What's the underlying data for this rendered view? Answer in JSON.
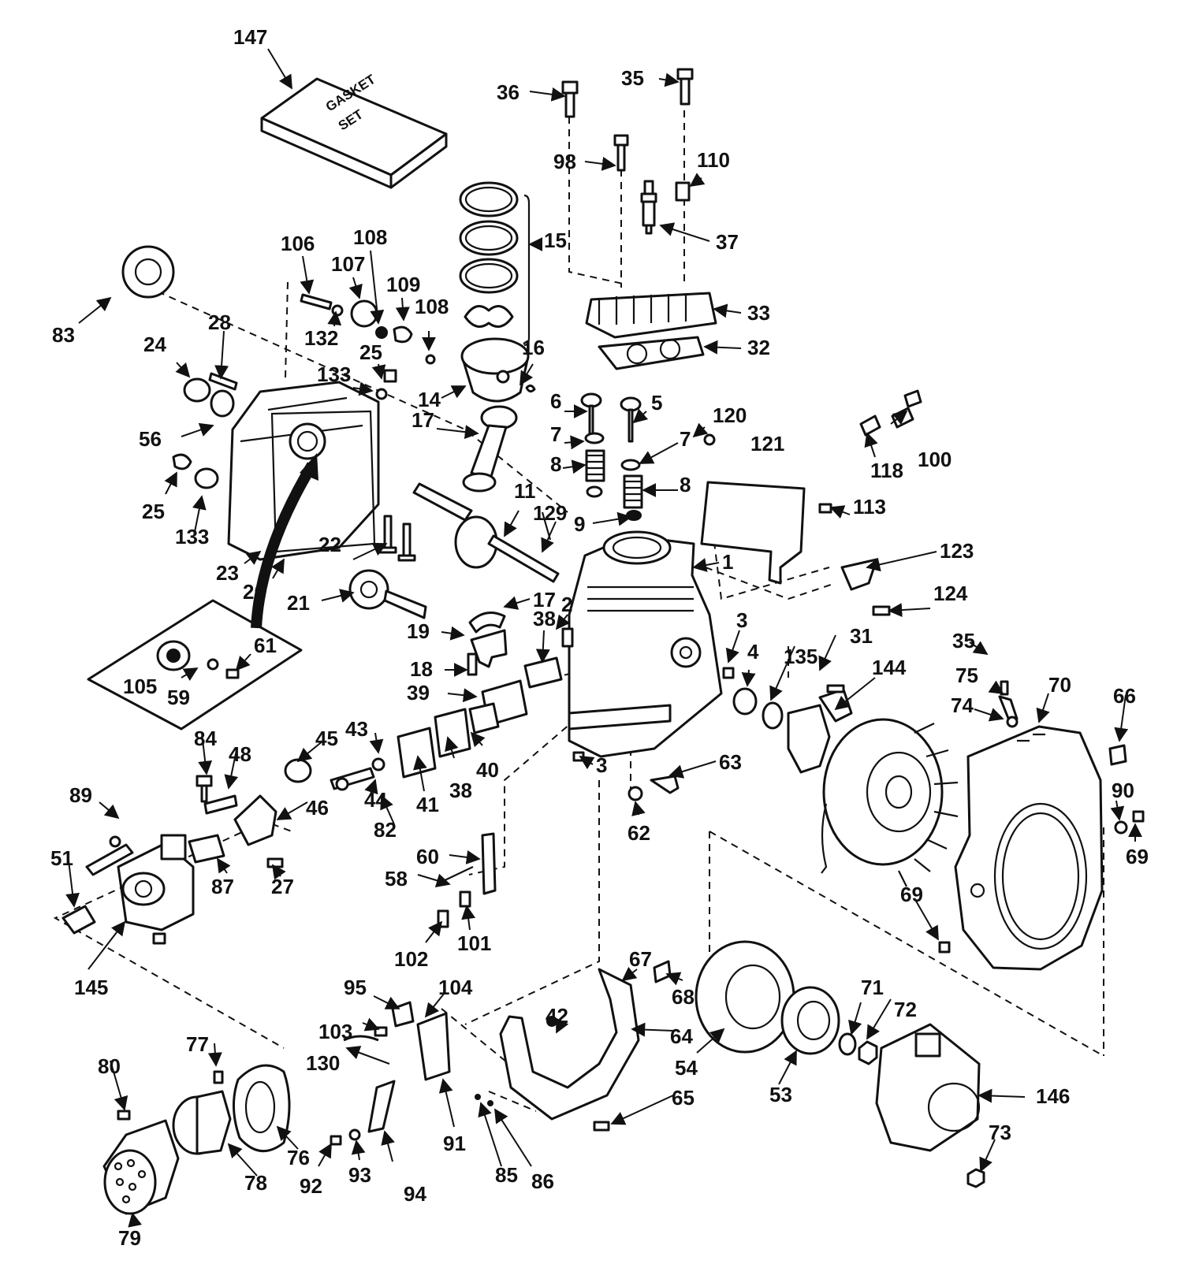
{
  "gasket_box_text": [
    "GASKET",
    "SET"
  ],
  "labels": [
    {
      "id": "l147",
      "text": "147",
      "name": "label-147"
    },
    {
      "id": "l36",
      "text": "36",
      "name": "label-36"
    },
    {
      "id": "l35a",
      "text": "35",
      "name": "label-35-head-bolt"
    },
    {
      "id": "l98",
      "text": "98",
      "name": "label-98"
    },
    {
      "id": "l110",
      "text": "110",
      "name": "label-110"
    },
    {
      "id": "l37",
      "text": "37",
      "name": "label-37"
    },
    {
      "id": "l15",
      "text": "15",
      "name": "label-15"
    },
    {
      "id": "l33",
      "text": "33",
      "name": "label-33"
    },
    {
      "id": "l32",
      "text": "32",
      "name": "label-32"
    },
    {
      "id": "l106",
      "text": "106",
      "name": "label-106"
    },
    {
      "id": "l108a",
      "text": "108",
      "name": "label-108-top"
    },
    {
      "id": "l107",
      "text": "107",
      "name": "label-107"
    },
    {
      "id": "l109",
      "text": "109",
      "name": "label-109"
    },
    {
      "id": "l108b",
      "text": "108",
      "name": "label-108-lower"
    },
    {
      "id": "l83",
      "text": "83",
      "name": "label-83"
    },
    {
      "id": "l28",
      "text": "28",
      "name": "label-28"
    },
    {
      "id": "l132",
      "text": "132",
      "name": "label-132"
    },
    {
      "id": "l24",
      "text": "24",
      "name": "label-24"
    },
    {
      "id": "l25a",
      "text": "25",
      "name": "label-25-top"
    },
    {
      "id": "l133a",
      "text": "133",
      "name": "label-133-top"
    },
    {
      "id": "l16",
      "text": "16",
      "name": "label-16"
    },
    {
      "id": "l14",
      "text": "14",
      "name": "label-14"
    },
    {
      "id": "l6",
      "text": "6",
      "name": "label-6"
    },
    {
      "id": "l5",
      "text": "5",
      "name": "label-5"
    },
    {
      "id": "l120",
      "text": "120",
      "name": "label-120"
    },
    {
      "id": "l121",
      "text": "121",
      "name": "label-121"
    },
    {
      "id": "l100",
      "text": "100",
      "name": "label-100"
    },
    {
      "id": "l118",
      "text": "118",
      "name": "label-118"
    },
    {
      "id": "l56",
      "text": "56",
      "name": "label-56"
    },
    {
      "id": "l17a",
      "text": "17",
      "name": "label-17-rod"
    },
    {
      "id": "l7a",
      "text": "7",
      "name": "label-7-left"
    },
    {
      "id": "l7b",
      "text": "7",
      "name": "label-7-right"
    },
    {
      "id": "l8a",
      "text": "8",
      "name": "label-8-left"
    },
    {
      "id": "l8b",
      "text": "8",
      "name": "label-8-right"
    },
    {
      "id": "l25b",
      "text": "25",
      "name": "label-25-lower"
    },
    {
      "id": "l133b",
      "text": "133",
      "name": "label-133-lower"
    },
    {
      "id": "l11",
      "text": "11",
      "name": "label-11"
    },
    {
      "id": "l129",
      "text": "129",
      "name": "label-129"
    },
    {
      "id": "l9",
      "text": "9",
      "name": "label-9"
    },
    {
      "id": "l113",
      "text": "113",
      "name": "label-113"
    },
    {
      "id": "l22",
      "text": "22",
      "name": "label-22"
    },
    {
      "id": "l1",
      "text": "1",
      "name": "label-1"
    },
    {
      "id": "l123",
      "text": "123",
      "name": "label-123"
    },
    {
      "id": "l23",
      "text": "23",
      "name": "label-23"
    },
    {
      "id": "l26",
      "text": "26",
      "name": "label-26"
    },
    {
      "id": "l124",
      "text": "124",
      "name": "label-124"
    },
    {
      "id": "l21",
      "text": "21",
      "name": "label-21"
    },
    {
      "id": "l17b",
      "text": "17",
      "name": "label-17-cap"
    },
    {
      "id": "l2",
      "text": "2",
      "name": "label-2"
    },
    {
      "id": "l38a",
      "text": "38",
      "name": "label-38-upper"
    },
    {
      "id": "l3a",
      "text": "3",
      "name": "label-3-upper"
    },
    {
      "id": "l61",
      "text": "61",
      "name": "label-61"
    },
    {
      "id": "l19",
      "text": "19",
      "name": "label-19"
    },
    {
      "id": "l4",
      "text": "4",
      "name": "label-4"
    },
    {
      "id": "l135",
      "text": "135",
      "name": "label-135"
    },
    {
      "id": "l31",
      "text": "31",
      "name": "label-31"
    },
    {
      "id": "l144",
      "text": "144",
      "name": "label-144"
    },
    {
      "id": "l35b",
      "text": "35",
      "name": "label-35-shroud"
    },
    {
      "id": "l18",
      "text": "18",
      "name": "label-18"
    },
    {
      "id": "l105",
      "text": "105",
      "name": "label-105"
    },
    {
      "id": "l59",
      "text": "59",
      "name": "label-59"
    },
    {
      "id": "l39",
      "text": "39",
      "name": "label-39"
    },
    {
      "id": "l75",
      "text": "75",
      "name": "label-75"
    },
    {
      "id": "l70",
      "text": "70",
      "name": "label-70"
    },
    {
      "id": "l66",
      "text": "66",
      "name": "label-66"
    },
    {
      "id": "l74",
      "text": "74",
      "name": "label-74"
    },
    {
      "id": "l84",
      "text": "84",
      "name": "label-84"
    },
    {
      "id": "l43",
      "text": "43",
      "name": "label-43"
    },
    {
      "id": "l45",
      "text": "45",
      "name": "label-45"
    },
    {
      "id": "l48",
      "text": "48",
      "name": "label-48"
    },
    {
      "id": "l40",
      "text": "40",
      "name": "label-40"
    },
    {
      "id": "l38b",
      "text": "38",
      "name": "label-38-lower"
    },
    {
      "id": "l3b",
      "text": "3",
      "name": "label-3-lower"
    },
    {
      "id": "l63",
      "text": "63",
      "name": "label-63"
    },
    {
      "id": "l46",
      "text": "46",
      "name": "label-46"
    },
    {
      "id": "l44",
      "text": "44",
      "name": "label-44"
    },
    {
      "id": "l41",
      "text": "41",
      "name": "label-41"
    },
    {
      "id": "l89",
      "text": "89",
      "name": "label-89"
    },
    {
      "id": "l82",
      "text": "82",
      "name": "label-82"
    },
    {
      "id": "l90",
      "text": "90",
      "name": "label-90"
    },
    {
      "id": "l62",
      "text": "62",
      "name": "label-62"
    },
    {
      "id": "l69a",
      "text": "69",
      "name": "label-69-right"
    },
    {
      "id": "l51",
      "text": "51",
      "name": "label-51"
    },
    {
      "id": "l60",
      "text": "60",
      "name": "label-60"
    },
    {
      "id": "l87",
      "text": "87",
      "name": "label-87"
    },
    {
      "id": "l27",
      "text": "27",
      "name": "label-27"
    },
    {
      "id": "l58",
      "text": "58",
      "name": "label-58"
    },
    {
      "id": "l69b",
      "text": "69",
      "name": "label-69-lower"
    },
    {
      "id": "l101",
      "text": "101",
      "name": "label-101"
    },
    {
      "id": "l102",
      "text": "102",
      "name": "label-102"
    },
    {
      "id": "l145",
      "text": "145",
      "name": "label-145"
    },
    {
      "id": "l67",
      "text": "67",
      "name": "label-67"
    },
    {
      "id": "l68",
      "text": "68",
      "name": "label-68"
    },
    {
      "id": "l95",
      "text": "95",
      "name": "label-95"
    },
    {
      "id": "l104",
      "text": "104",
      "name": "label-104"
    },
    {
      "id": "l42",
      "text": "42",
      "name": "label-42"
    },
    {
      "id": "l71",
      "text": "71",
      "name": "label-71"
    },
    {
      "id": "l72",
      "text": "72",
      "name": "label-72"
    },
    {
      "id": "l103",
      "text": "103",
      "name": "label-103"
    },
    {
      "id": "l77",
      "text": "77",
      "name": "label-77"
    },
    {
      "id": "l64",
      "text": "64",
      "name": "label-64"
    },
    {
      "id": "l80",
      "text": "80",
      "name": "label-80"
    },
    {
      "id": "l130",
      "text": "130",
      "name": "label-130"
    },
    {
      "id": "l54",
      "text": "54",
      "name": "label-54"
    },
    {
      "id": "l53",
      "text": "53",
      "name": "label-53"
    },
    {
      "id": "l146",
      "text": "146",
      "name": "label-146"
    },
    {
      "id": "l65",
      "text": "65",
      "name": "label-65"
    },
    {
      "id": "l76",
      "text": "76",
      "name": "label-76"
    },
    {
      "id": "l91",
      "text": "91",
      "name": "label-91"
    },
    {
      "id": "l73",
      "text": "73",
      "name": "label-73"
    },
    {
      "id": "l85",
      "text": "85",
      "name": "label-85"
    },
    {
      "id": "l86",
      "text": "86",
      "name": "label-86"
    },
    {
      "id": "l78",
      "text": "78",
      "name": "label-78"
    },
    {
      "id": "l92",
      "text": "92",
      "name": "label-92"
    },
    {
      "id": "l93",
      "text": "93",
      "name": "label-93"
    },
    {
      "id": "l94",
      "text": "94",
      "name": "label-94"
    },
    {
      "id": "l79",
      "text": "79",
      "name": "label-79"
    }
  ]
}
